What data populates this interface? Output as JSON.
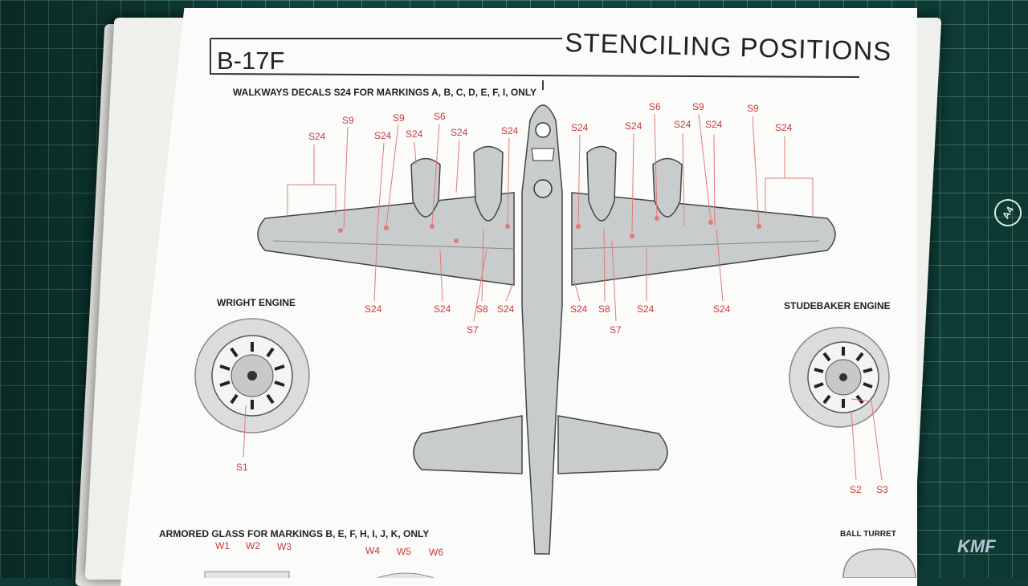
{
  "page": {
    "title": "B-17F",
    "heading": "STENCILING POSITIONS",
    "sections": {
      "walkways": "WALKWAYS DECALS S24 FOR MARKINGS A, B, C, D, E, F, I, ONLY",
      "wright": "WRIGHT ENGINE",
      "studebaker": "STUDEBAKER ENGINE",
      "armored": "ARMORED GLASS FOR MARKINGS B, E, F, H, I, J, K, ONLY",
      "ball_turret": "BALL TURRET"
    }
  },
  "stencils": {
    "top": [
      "S24",
      "S9",
      "S9",
      "S24",
      "S24",
      "S6",
      "S24",
      "S24",
      "S24",
      "S24",
      "S6",
      "S24",
      "S9",
      "S24",
      "S9",
      "S24"
    ],
    "bottom": [
      "S24",
      "S24",
      "S8",
      "S24",
      "S7",
      "S24",
      "S8",
      "S24",
      "S7",
      "S24"
    ],
    "engines": [
      "S1",
      "S2",
      "S3"
    ],
    "glass": [
      "W1",
      "W2",
      "W3",
      "W4",
      "W5",
      "W6"
    ]
  },
  "mat_badge": "A4",
  "watermark": "KMF",
  "colors": {
    "mat": "#114a42",
    "paper": "#fbfbf9",
    "aircraft": "#c9cccc",
    "label": "#c93a3a",
    "leader": "#e07a7a"
  }
}
